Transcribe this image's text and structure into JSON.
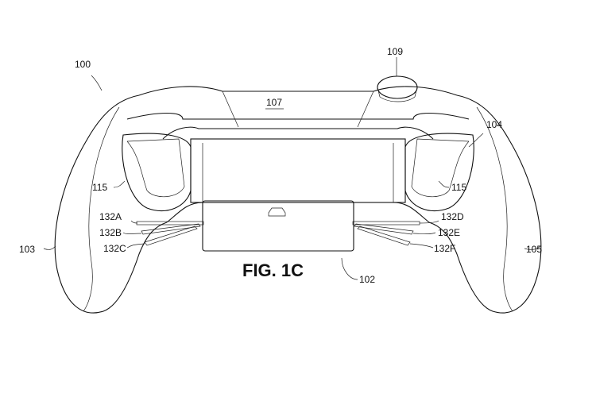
{
  "figure": {
    "title": "FIG. 1C",
    "labels": {
      "controller": "100",
      "extra_button": "109",
      "top_surface": "107",
      "right_body": "104",
      "left_grip": "103",
      "right_grip": "105",
      "battery_pack": "102",
      "left_trigger": "115",
      "right_trigger": "115",
      "t132a": "132A",
      "t132b": "132B",
      "t132c": "132C",
      "t132d": "132D",
      "t132e": "132E",
      "t132f": "132F"
    }
  }
}
